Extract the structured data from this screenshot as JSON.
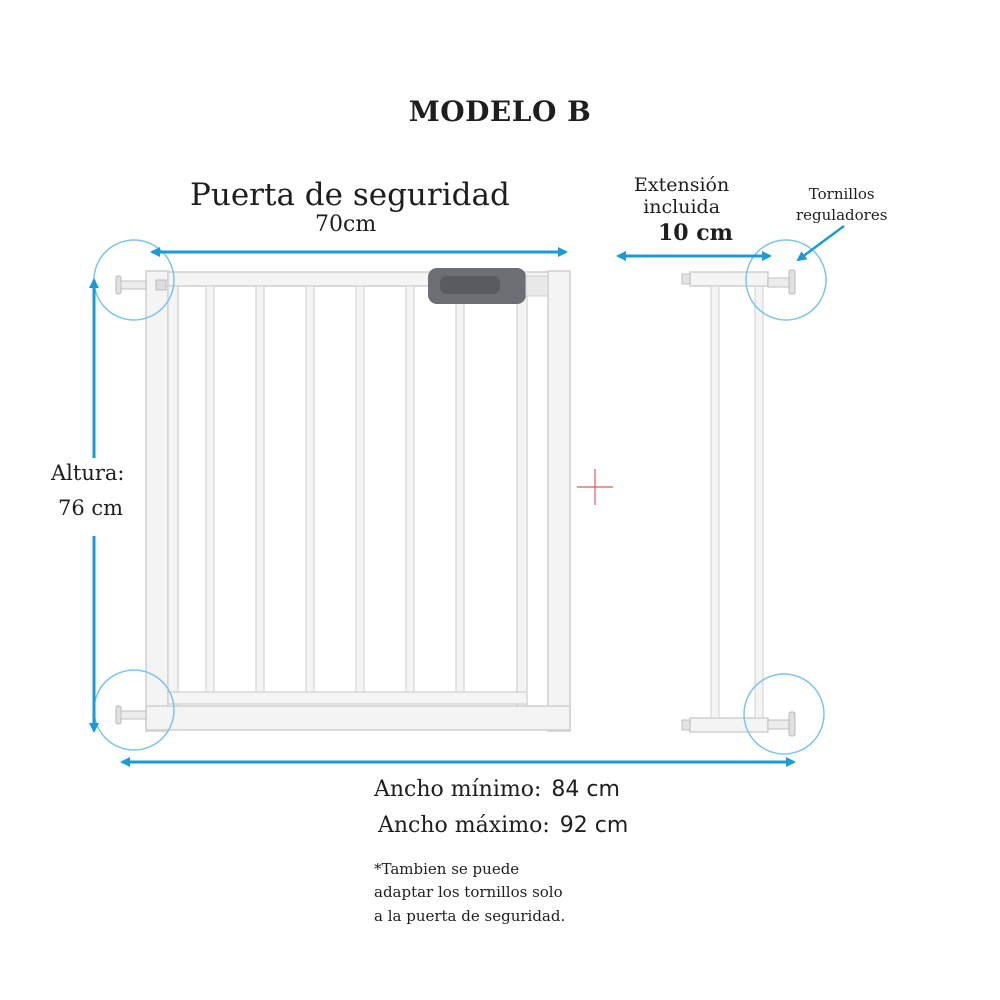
{
  "title": "MODELO B",
  "gate": {
    "name": "Puerta de seguridad",
    "width": "70cm"
  },
  "extension": {
    "line1": "Extensión",
    "line2": "incluida",
    "width": "10 cm"
  },
  "screws": {
    "line1": "Tornillos",
    "line2": "reguladores"
  },
  "height": {
    "label": "Altura:",
    "value": "76 cm"
  },
  "widths": {
    "min_label": "Ancho mínimo:",
    "min_value": "84 cm",
    "max_label": "Ancho máximo:",
    "max_value": "92 cm"
  },
  "note": {
    "line1": "*Tambien se puede",
    "line2": "adaptar los tornillos solo",
    "line3": "a la puerta de seguridad."
  },
  "colors": {
    "arrow": "#1a9bd7",
    "circle": "#7cc4ea",
    "frame": "#f4f4f4",
    "frame_edge": "#cfcfcf",
    "latch": "#6b6f73",
    "mark": "#e05a5a"
  }
}
